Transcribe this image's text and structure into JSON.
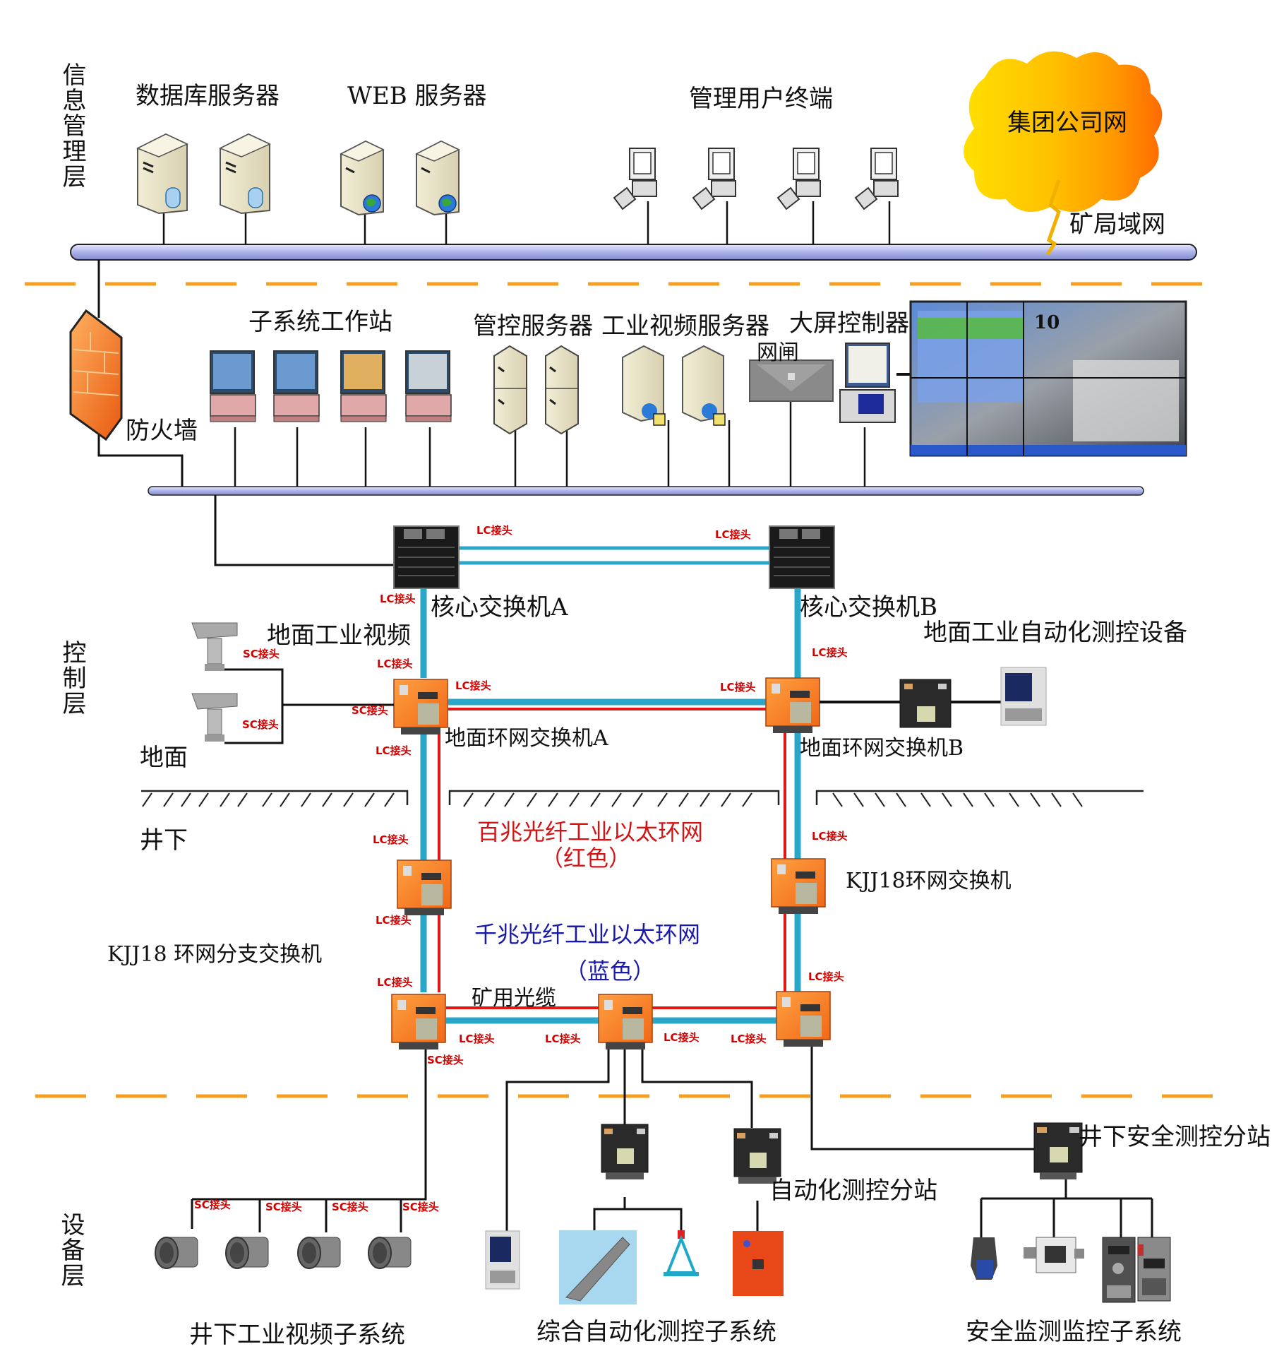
{
  "layers": {
    "info": "信息管理层",
    "control": "控制层",
    "device": "设备层"
  },
  "info_layer": {
    "db_servers": "数据库服务器",
    "web_servers": "WEB 服务器",
    "user_terminals": "管理用户终端",
    "group_network": "集团公司网",
    "mine_lan": "矿局域网"
  },
  "control_layer": {
    "firewall": "防火墙",
    "workstations": "子系统工作站",
    "mgmt_servers": "管控服务器",
    "video_servers": "工业视频服务器",
    "gateway": "网闸",
    "screen_controller": "大屏控制器",
    "core_switch_a": "核心交换机A",
    "core_switch_b": "核心交换机B",
    "surface_video": "地面工业视频",
    "surface_automation": "地面工业自动化测控设备",
    "ring_switch_a": "地面环网交换机A",
    "ring_switch_b": "地面环网交换机B",
    "surface": "地面",
    "underground": "井下",
    "kjj18_ring": "KJJ18环网交换机",
    "kjj18_branch": "KJJ18 环网分支交换机",
    "mine_cable": "矿用光缆",
    "ring_100m": "百兆光纤工业以太环网",
    "ring_100m_color": "（红色）",
    "ring_1000m": "千兆光纤工业以太环网",
    "ring_1000m_color": "（蓝色）"
  },
  "device_layer": {
    "automation_station": "自动化测控分站",
    "safety_station": "井下安全测控分站",
    "video_subsystem": "井下工业视频子系统",
    "automation_subsystem": "综合自动化测控子系统",
    "safety_subsystem": "安全监测监控子系统"
  },
  "connectors": {
    "lc": "LC接头",
    "sc": "SC接头"
  },
  "colors": {
    "fiber_blue": "#2aa6c8",
    "fiber_red": "#e01818",
    "layer_divider": "#f5a020",
    "bus": "#b8bde8",
    "switch_orange": "#f48a2c"
  }
}
